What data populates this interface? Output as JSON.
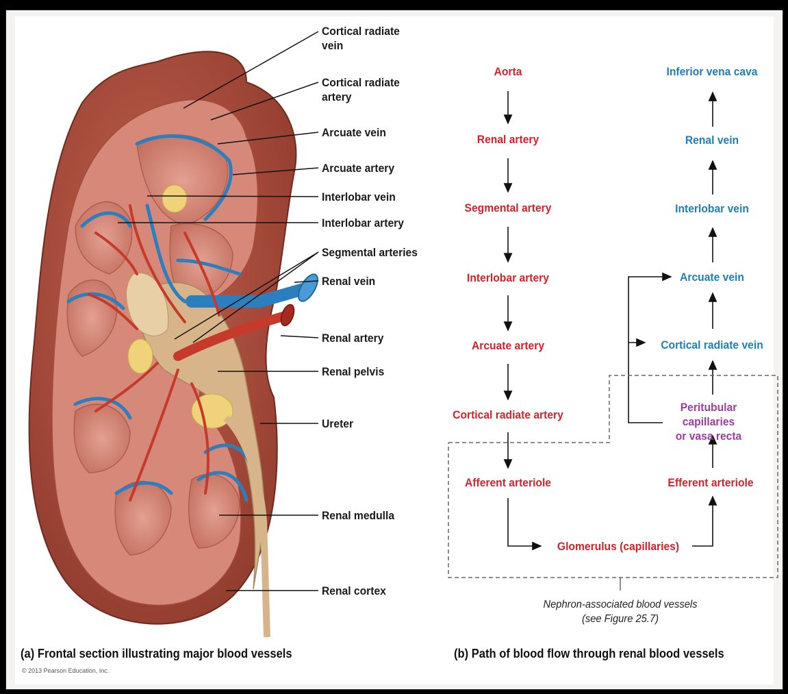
{
  "panel_a": {
    "labels": {
      "cortical_radiate_vein": "Cortical radiate\nvein",
      "cortical_radiate_artery": "Cortical radiate\nartery",
      "arcuate_vein": "Arcuate vein",
      "arcuate_artery": "Arcuate artery",
      "interlobar_vein": "Interlobar vein",
      "interlobar_artery": "Interlobar artery",
      "segmental_arteries": "Segmental arteries",
      "renal_vein": "Renal vein",
      "renal_artery": "Renal artery",
      "renal_pelvis": "Renal pelvis",
      "ureter": "Ureter",
      "renal_medulla": "Renal medulla",
      "renal_cortex": "Renal cortex"
    },
    "caption": "(a) Frontal section illustrating major blood vessels"
  },
  "panel_b": {
    "arterial": [
      "Aorta",
      "Renal artery",
      "Segmental artery",
      "Interlobar artery",
      "Arcuate artery",
      "Cortical radiate artery",
      "Afferent arteriole"
    ],
    "glomerulus": "Glomerulus (capillaries)",
    "efferent": "Efferent arteriole",
    "peritubular": "Peritubular capillaries\nor vasa recta",
    "venous": [
      "Cortical radiate vein",
      "Arcuate vein",
      "Interlobar vein",
      "Renal vein",
      "Inferior vena cava"
    ],
    "nephron_note": "Nephron-associated blood vessels\n(see Figure 25.7)",
    "caption": "(b) Path of blood flow through renal blood vessels"
  },
  "copyright": "© 2013 Pearson Education, Inc.",
  "colors": {
    "artery": "#d4222b",
    "vein": "#1e7fb8",
    "capillary": "#a23aa6"
  }
}
